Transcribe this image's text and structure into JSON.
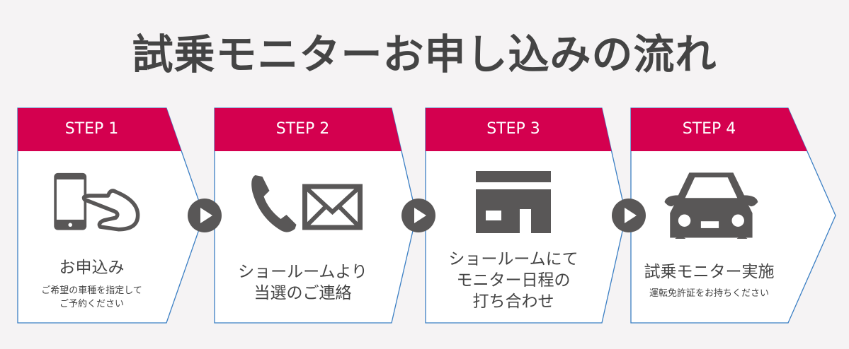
{
  "title": "試乗モニターお申し込みの流れ",
  "colors": {
    "accent": "#d4004f",
    "icon": "#595757",
    "border": "#3b7fc4"
  },
  "steps": [
    {
      "label": "STEP 1",
      "icon": "smartphone-tap-icon",
      "main": [
        "お申込み"
      ],
      "sub": [
        "ご希望の車種を指定して",
        "ご予約ください"
      ]
    },
    {
      "label": "STEP 2",
      "icon": "phone-mail-icon",
      "main": [
        "ショールームより",
        "当選のご連絡"
      ],
      "sub": []
    },
    {
      "label": "STEP 3",
      "icon": "showroom-icon",
      "main": [
        "ショールームにて",
        "モニター日程の",
        "打ち合わせ"
      ],
      "sub": []
    },
    {
      "label": "STEP 4",
      "icon": "car-icon",
      "main": [
        "試乗モニター実施"
      ],
      "sub": [
        "運転免許証をお持ちください"
      ]
    }
  ]
}
